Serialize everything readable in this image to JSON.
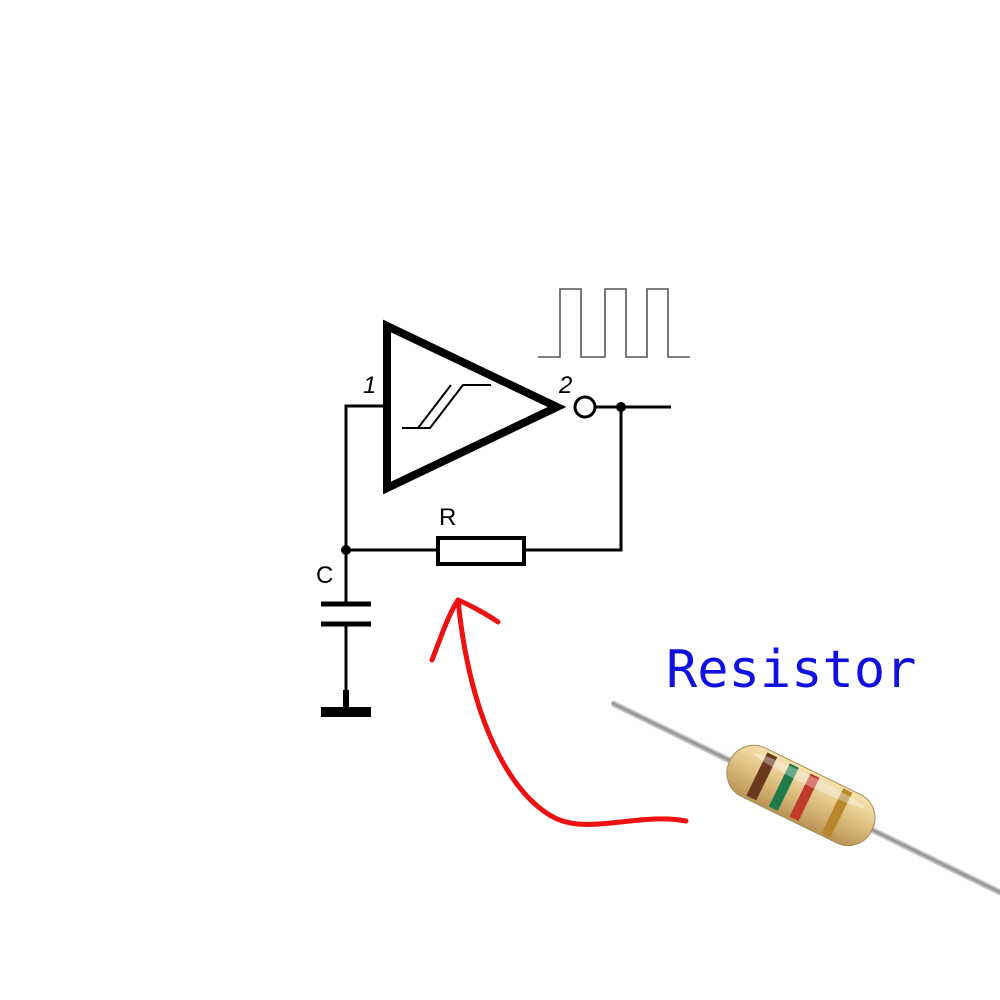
{
  "diagram": {
    "pin_in_label": "1",
    "pin_out_label": "2",
    "resistor_label": "R",
    "capacitor_label": "C"
  },
  "annotation": {
    "caption": "Resistor",
    "caption_color": "#1010e0",
    "arrow_color": "#ee1111"
  },
  "photo": {
    "subject": "resistor-photo",
    "bands": [
      "brown",
      "green",
      "red",
      "gold"
    ]
  },
  "colors": {
    "wire": "#000000",
    "waveform": "#555555",
    "resistor_body": "#e6c88c",
    "band_brown": "#6b3a1e",
    "band_green": "#1f7a4a",
    "band_red": "#c0392b",
    "band_gold": "#b8862b"
  }
}
